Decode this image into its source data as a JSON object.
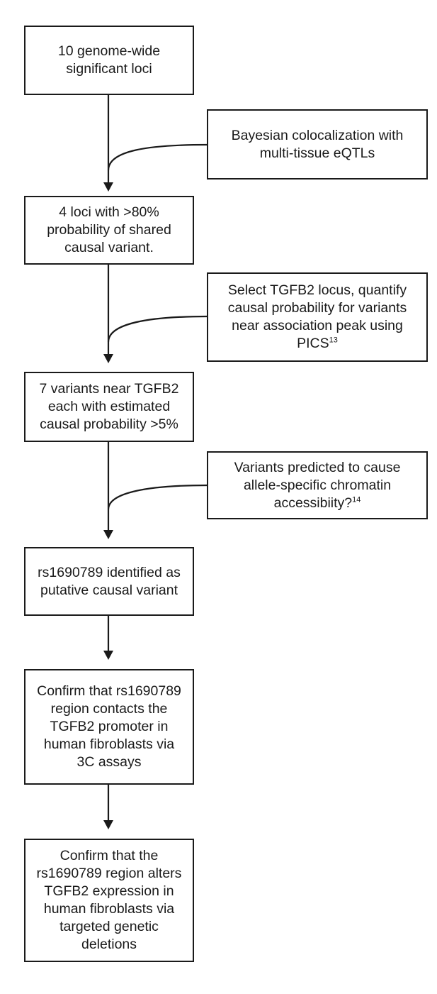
{
  "main_steps": [
    {
      "lines": [
        "10 genome-wide",
        "significant loci"
      ]
    },
    {
      "lines": [
        "4 loci with >80%",
        "probability of shared",
        "causal variant."
      ]
    },
    {
      "lines": [
        "7 variants near TGFB2",
        "each with estimated",
        "causal probability >5%"
      ]
    },
    {
      "lines": [
        "rs1690789 identified as",
        "putative causal variant"
      ]
    },
    {
      "lines": [
        "Confirm that rs1690789",
        "region contacts the",
        "TGFB2 promoter in",
        "human fibroblasts via",
        "3C assays"
      ]
    },
    {
      "lines": [
        "Confirm that the",
        "rs1690789 region alters",
        "TGFB2 expression in",
        "human fibroblasts via",
        "targeted genetic",
        "deletions"
      ]
    }
  ],
  "side_steps": [
    {
      "lines": [
        "Bayesian colocalization with",
        "multi-tissue eQTLs"
      ],
      "superscript": ""
    },
    {
      "lines": [
        "Select TGFB2 locus, quantify",
        "causal probability for variants",
        "near association peak using",
        "PICS"
      ],
      "superscript": "13"
    },
    {
      "lines": [
        "Variants predicted to cause",
        "allele-specific chromatin",
        "accessibiity?"
      ],
      "superscript": "14"
    }
  ]
}
